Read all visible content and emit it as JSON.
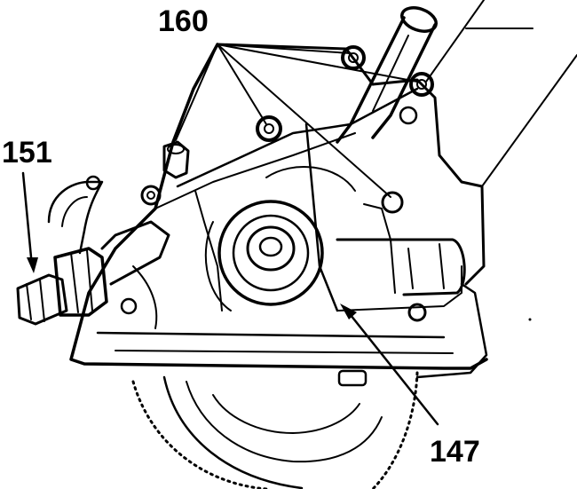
{
  "callouts": {
    "top_bolts": "160",
    "sensor_left": "151",
    "pump_bottom": "147"
  },
  "colors": {
    "ink": "#000000",
    "paper": "#ffffff"
  }
}
